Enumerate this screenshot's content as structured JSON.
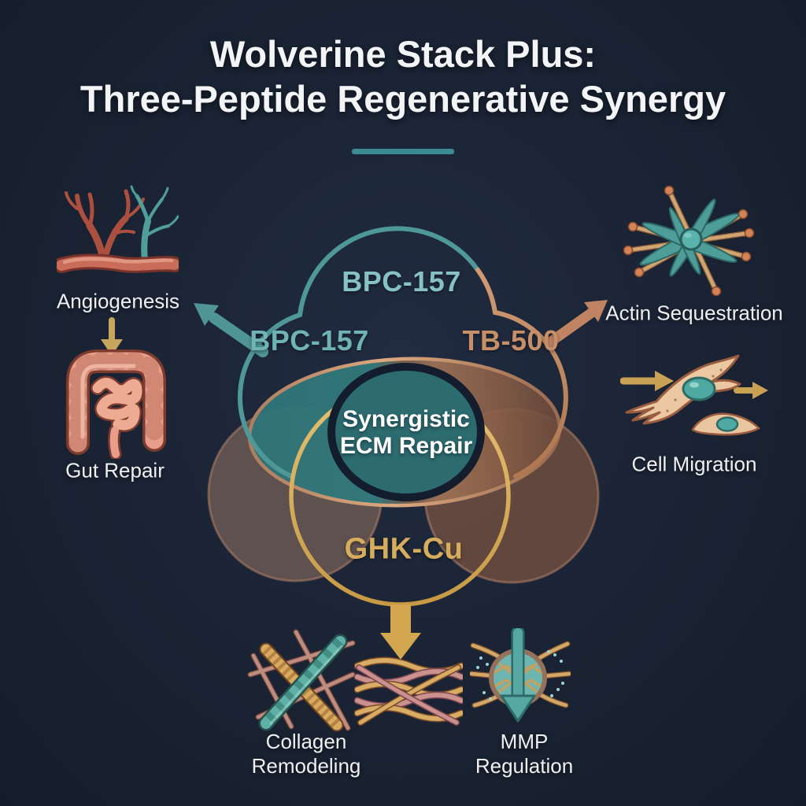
{
  "title": {
    "line1": "Wolverine Stack Plus:",
    "line2": "Three-Peptide Regenerative Synergy"
  },
  "venn": {
    "top_label": "BPC-157",
    "left_label": "BPC-157",
    "right_label": "TB-500",
    "bottom_label": "GHK-Cu",
    "center_line1": "Synergistic",
    "center_line2": "ECM Repair"
  },
  "callouts": {
    "angiogenesis": {
      "label": "Angiogenesis"
    },
    "gut_repair": {
      "label": "Gut Repair"
    },
    "actin_sequestration": {
      "label": "Actin Sequestration"
    },
    "cell_migration": {
      "label": "Cell Migration"
    },
    "collagen_remodeling": {
      "line1": "Collagen",
      "line2": "Remodeling"
    },
    "mmp_regulation": {
      "line1": "MMP",
      "line2": "Regulation"
    }
  },
  "colors": {
    "background": "#1a2333",
    "teal_accent": "#4f9899",
    "copper_accent": "#c08a64",
    "gold_accent": "#d2a95c",
    "center_fill": "#2c6b6f",
    "text": "#eef0f2"
  }
}
